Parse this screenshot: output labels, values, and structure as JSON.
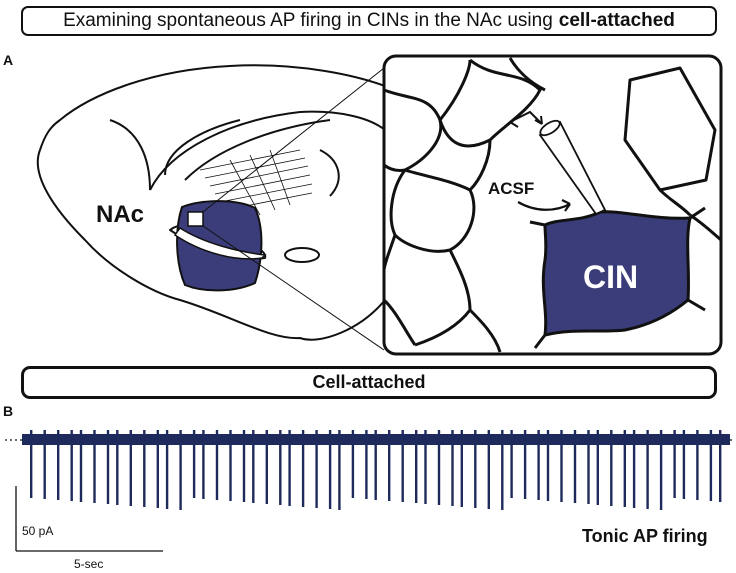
{
  "header": {
    "title_prefix": "Examining spontaneous AP firing in CINs in the NAc using",
    "title_bold": "cell-attached"
  },
  "panel_a": {
    "letter": "A",
    "nac_label": "NAc",
    "acsf_label": "ACSF",
    "cin_label": "CIN",
    "cell_color": "#3b3d7a",
    "outline_color": "#111111"
  },
  "panel_b": {
    "letter": "B",
    "banner": "Cell-attached",
    "trace_color": "#1f2a5c",
    "scale_y_label": "50 pA",
    "scale_x_label": "5-sec",
    "caption": "Tonic AP firing",
    "spike_count": 57
  }
}
